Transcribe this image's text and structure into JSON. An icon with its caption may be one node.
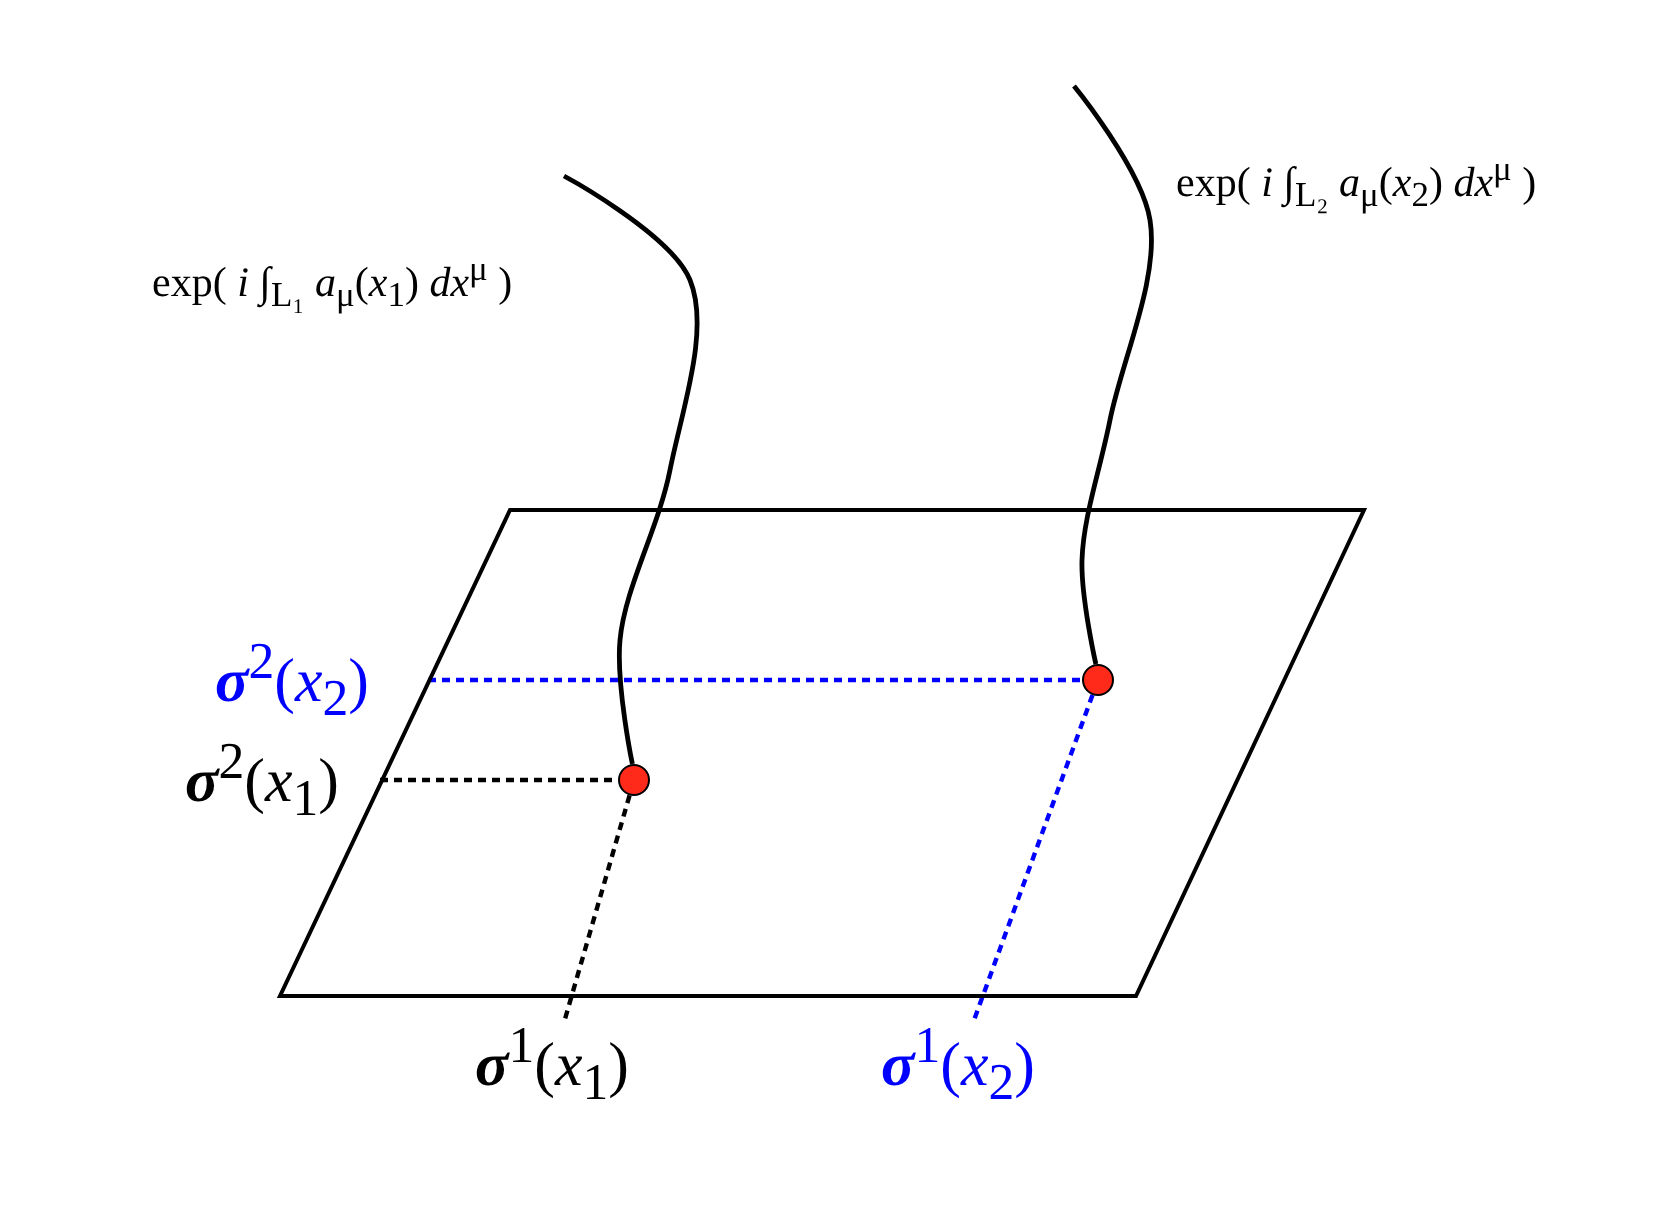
{
  "diagram": {
    "nodes": [
      {
        "text": [],
        "shape": "parallelogram"
      },
      {
        "text": [
          "**σ**$^{2}$(*x*$_{2}$)"
        ]
      },
      {
        "text": [],
        "shape": "circle",
        "in": 0
      },
      {
        "text": [
          "**σ**$^{2}$(*x*$_{1}$)"
        ]
      },
      {
        "text": [],
        "shape": "circle",
        "in": 0
      },
      {
        "text": [
          "**σ**$^{1}$(*x*$_{1}$)"
        ]
      },
      {
        "text": [
          "**σ**$^{1}$(*x*$_{2}$)"
        ]
      }
    ],
    "edges": [
      {
        "from": null,
        "to": 4,
        "arrow": "none"
      },
      {
        "from": null,
        "to": 2,
        "arrow": "none"
      },
      {
        "from": 1,
        "to": 2,
        "arrow": "none",
        "style": "dashed",
        "color": "#0000ff"
      },
      {
        "from": 3,
        "to": 4,
        "arrow": "none",
        "style": "dashed"
      },
      {
        "from": 4,
        "to": 5,
        "arrow": "none",
        "style": "dashed"
      },
      {
        "from": 2,
        "to": 6,
        "arrow": "none",
        "style": "dashed",
        "color": "#0000ff"
      }
    ],
    "labels": [
      "exp( *i* ∫$_{L₁}$ *a*$_{μ}$(*x*$_{1}$) *dx*$^{μ}$ )",
      "exp( *i* ∫$_{L₂}$ *a*$_{μ}$(*x*$_{2}$) *dx*$^{μ}$ )"
    ]
  }
}
